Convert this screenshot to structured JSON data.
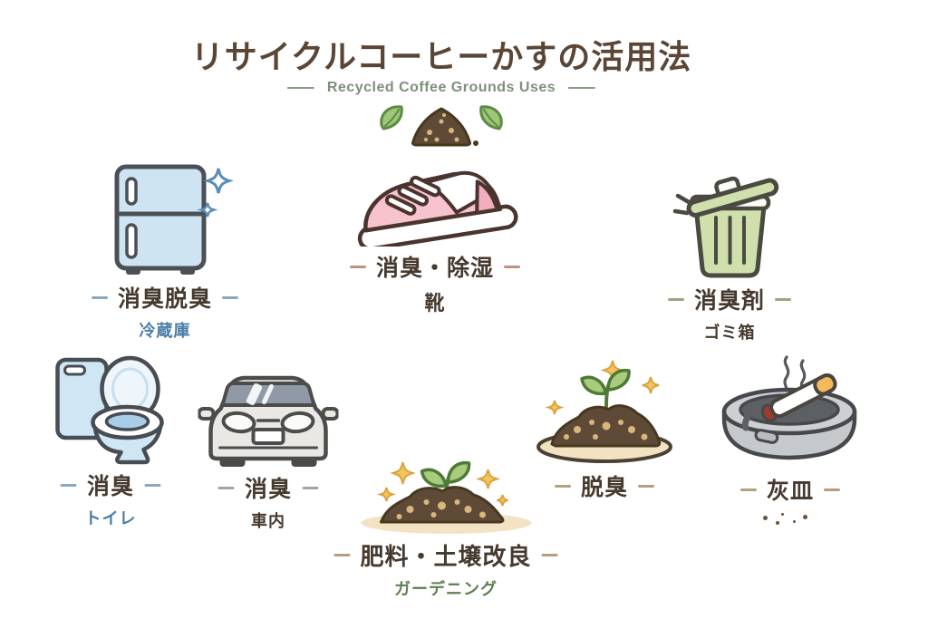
{
  "header": {
    "title": "リサイクルコーヒーかすの活用法",
    "subtitle": "Recycled Coffee Grounds Uses"
  },
  "hero_icon": "coffee-grounds-with-leaves",
  "items": [
    {
      "icon": "refrigerator",
      "use": "消臭脱臭",
      "target": "冷蔵庫"
    },
    {
      "icon": "sneaker",
      "use": "消臭・除湿",
      "target": "靴"
    },
    {
      "icon": "trash-can",
      "use": "消臭剤",
      "target": "ゴミ箱"
    },
    {
      "icon": "toilet",
      "use": "消臭",
      "target": "トイレ"
    },
    {
      "icon": "car",
      "use": "消臭",
      "target": "車内"
    },
    {
      "icon": "soil-sprout",
      "use": "肥料・土壌改良",
      "target": "ガーデニング"
    },
    {
      "icon": "grounds-plate",
      "use": "脱臭",
      "target": ""
    },
    {
      "icon": "ashtray",
      "use": "灰皿",
      "target": ""
    }
  ],
  "colors": {
    "title_text": "#5b4636",
    "subtitle_text": "#7e907b",
    "label_text": "#46392e",
    "blue_text": "#4a7ca6",
    "green_text": "#5d7f4f",
    "fridge_body": "#cfe4f2",
    "sparkle_blue": "#5b8db8",
    "shoe_pink": "#f6c3cf",
    "trash_green": "#cfe0ad",
    "toilet_blue": "#cfe6f5",
    "car_gray": "#eae8e4",
    "soil_brown": "#5e4a36",
    "soil_speckle": "#d9b67e",
    "leaf_green": "#a9cc7c",
    "sparkle_orange": "#f0bc5c",
    "plate_tan": "#f2e2c2",
    "ashtray_gray": "#c6c9cb",
    "cigarette_filter": "#f4b95c"
  }
}
